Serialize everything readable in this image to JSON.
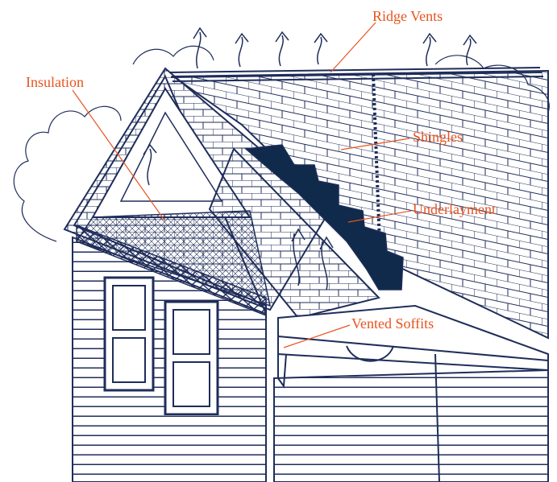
{
  "labels": {
    "ridge_vents": "Ridge Vents",
    "insulation": "Insulation",
    "shingles": "Shingles",
    "underlayment": "Underlayment",
    "vented_soffits": "Vented Soffits"
  },
  "colors": {
    "ink": "#1f2d5a",
    "label": "#e8531e",
    "underlayment_fill": "#0f2a4a",
    "background": "#ffffff"
  }
}
